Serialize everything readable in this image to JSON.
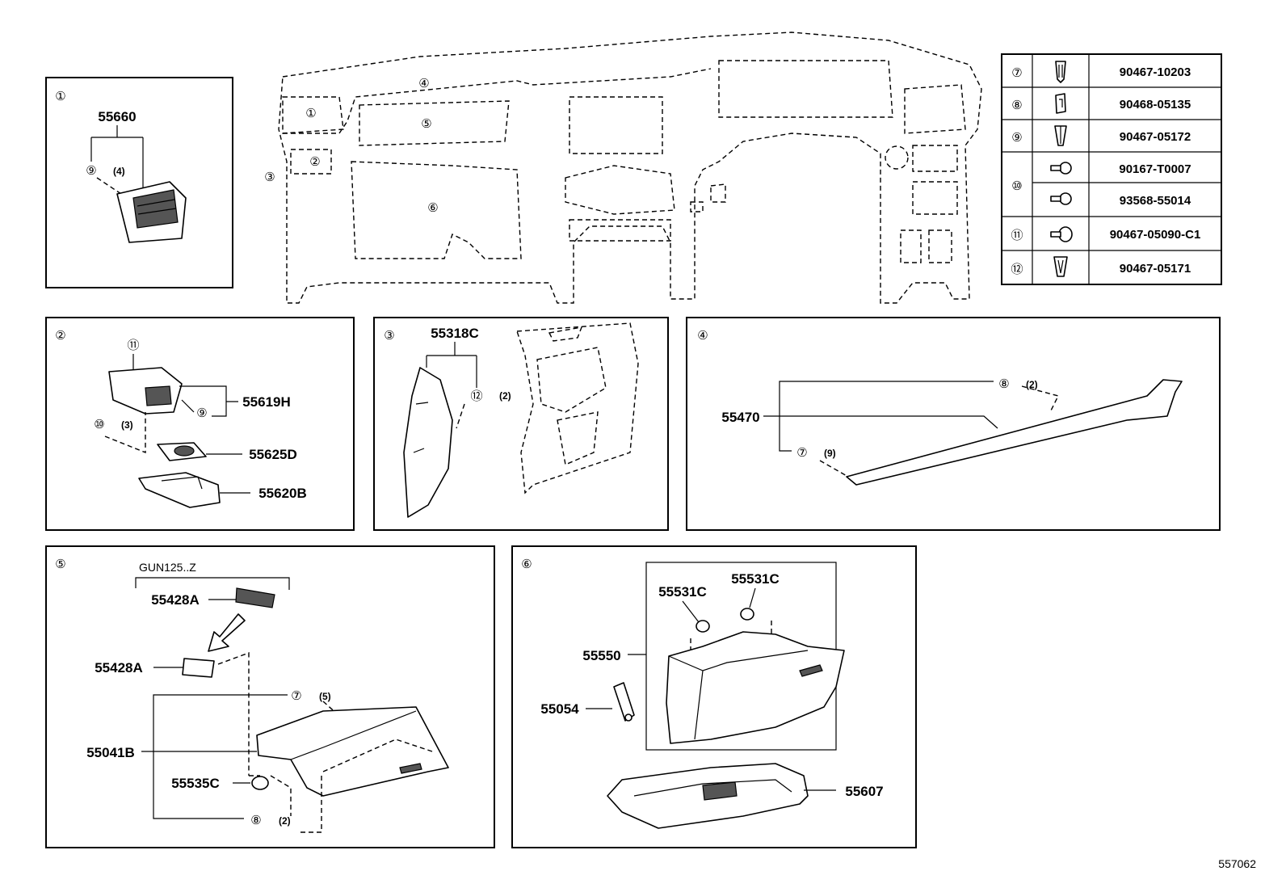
{
  "diagram_id": "557062",
  "table": {
    "rows": [
      {
        "ref": "⑦",
        "part_no": "90467-10203",
        "icon": "clip-icon"
      },
      {
        "ref": "⑧",
        "part_no": "90468-05135",
        "icon": "clip-icon"
      },
      {
        "ref": "⑨",
        "part_no": "90467-05172",
        "icon": "clip-icon"
      },
      {
        "ref": "⑩",
        "part_no": "90167-T0007",
        "icon": "screw-icon"
      },
      {
        "ref": "",
        "part_no": "93568-55014",
        "icon": "screw-icon"
      },
      {
        "ref": "⑪",
        "part_no": "90467-05090-C1",
        "icon": "pin-icon"
      },
      {
        "ref": "⑫",
        "part_no": "90467-05171",
        "icon": "clip-icon"
      }
    ]
  },
  "overview": {
    "callouts": [
      "①",
      "②",
      "③",
      "④",
      "⑤",
      "⑥"
    ]
  },
  "panel1": {
    "num": "①",
    "part": "55660",
    "clip": "⑨",
    "qty": "(4)"
  },
  "panel2": {
    "num": "②",
    "pin": "⑪",
    "screw": "⑩",
    "screw_qty": "(3)",
    "clip": "⑨",
    "p1": "55619H",
    "p2": "55625D",
    "p3": "55620B"
  },
  "panel3": {
    "num": "③",
    "part": "55318C",
    "clip": "⑫",
    "qty": "(2)"
  },
  "panel4": {
    "num": "④",
    "part": "55470",
    "clip_a": "⑧",
    "qty_a": "(2)",
    "clip_b": "⑦",
    "qty_b": "(9)"
  },
  "panel5": {
    "num": "⑤",
    "model": "GUN125..Z",
    "p_top": "55428A",
    "p_mid": "55428A",
    "p_main": "55041B",
    "p_small": "55535C",
    "clip_a": "⑦",
    "qty_a": "(5)",
    "clip_b": "⑧",
    "qty_b": "(2)"
  },
  "panel6": {
    "num": "⑥",
    "p_a": "55531C",
    "p_b": "55531C",
    "p_box": "55550",
    "p_damper": "55054",
    "p_door": "55607"
  }
}
